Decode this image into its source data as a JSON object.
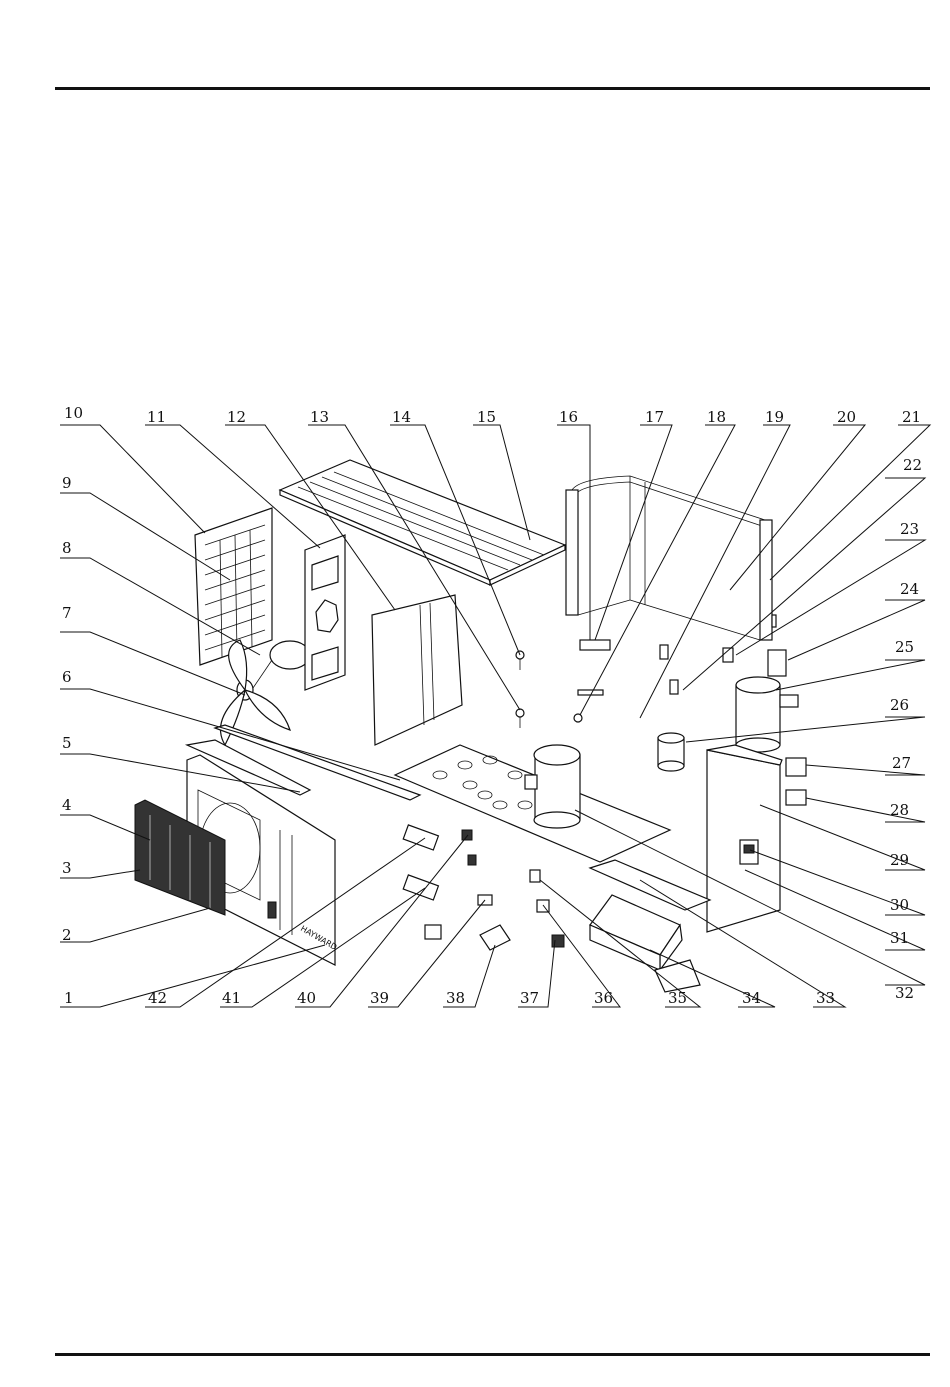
{
  "labels_top": [
    "10",
    "11",
    "12",
    "13",
    "14",
    "15",
    "16",
    "17",
    "18",
    "19",
    "20",
    "21"
  ],
  "labels_left": [
    "9",
    "8",
    "7",
    "6",
    "5",
    "4",
    "3",
    "2"
  ],
  "labels_right": [
    "22",
    "23",
    "24",
    "25",
    "26",
    "27",
    "28",
    "29",
    "30",
    "31",
    "32"
  ],
  "labels_bottom": [
    "1",
    "42",
    "41",
    "40",
    "39",
    "38",
    "37",
    "36",
    "35",
    "34",
    "33"
  ],
  "brand_mark": "HAYWARD",
  "colors": {
    "ink": "#111111",
    "background": "#ffffff"
  }
}
